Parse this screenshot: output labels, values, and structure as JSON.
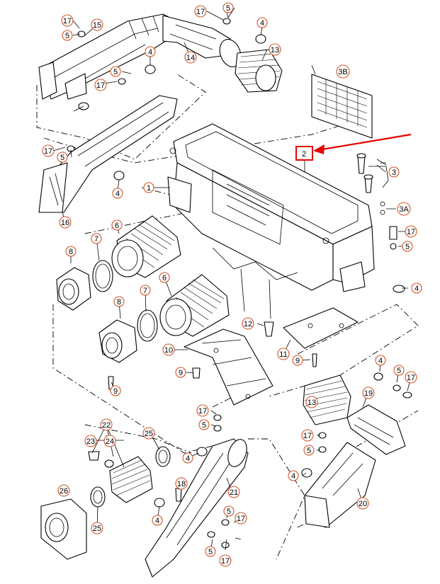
{
  "callouts": [
    {
      "id": "c17a",
      "label": "17"
    },
    {
      "id": "c5a",
      "label": "5"
    },
    {
      "id": "c15",
      "label": "15"
    },
    {
      "id": "c17b",
      "label": "17"
    },
    {
      "id": "c5b",
      "label": "5"
    },
    {
      "id": "c4a",
      "label": "4"
    },
    {
      "id": "c13a",
      "label": "13"
    },
    {
      "id": "c14",
      "label": "14"
    },
    {
      "id": "c17c",
      "label": "17"
    },
    {
      "id": "c5c",
      "label": "5"
    },
    {
      "id": "c4b",
      "label": "4"
    },
    {
      "id": "c3B",
      "label": "3B"
    },
    {
      "id": "c17d",
      "label": "17"
    },
    {
      "id": "c5d",
      "label": "5"
    },
    {
      "id": "c4c",
      "label": "4"
    },
    {
      "id": "c1",
      "label": "1"
    },
    {
      "id": "c16",
      "label": "16"
    },
    {
      "id": "c3",
      "label": "3"
    },
    {
      "id": "c3A",
      "label": "3A"
    },
    {
      "id": "c17e",
      "label": "17"
    },
    {
      "id": "c5e",
      "label": "5"
    },
    {
      "id": "c6a",
      "label": "6"
    },
    {
      "id": "c7a",
      "label": "7"
    },
    {
      "id": "c8a",
      "label": "8"
    },
    {
      "id": "c6b",
      "label": "6"
    },
    {
      "id": "c7b",
      "label": "7"
    },
    {
      "id": "c8b",
      "label": "8"
    },
    {
      "id": "c4d",
      "label": "4"
    },
    {
      "id": "c12",
      "label": "12"
    },
    {
      "id": "c10",
      "label": "10"
    },
    {
      "id": "c11",
      "label": "11"
    },
    {
      "id": "c9a",
      "label": "9"
    },
    {
      "id": "c9b",
      "label": "9"
    },
    {
      "id": "c9c",
      "label": "9"
    },
    {
      "id": "c4e",
      "label": "4"
    },
    {
      "id": "c5f",
      "label": "5"
    },
    {
      "id": "c17f",
      "label": "17"
    },
    {
      "id": "c13b",
      "label": "13"
    },
    {
      "id": "c19",
      "label": "19"
    },
    {
      "id": "c17g",
      "label": "17"
    },
    {
      "id": "c5g",
      "label": "5"
    },
    {
      "id": "c22",
      "label": "22"
    },
    {
      "id": "c23",
      "label": "23"
    },
    {
      "id": "c24",
      "label": "24"
    },
    {
      "id": "c25a",
      "label": "25"
    },
    {
      "id": "c17h",
      "label": "17"
    },
    {
      "id": "c5h",
      "label": "5"
    },
    {
      "id": "c4f",
      "label": "4"
    },
    {
      "id": "c4g",
      "label": "4"
    },
    {
      "id": "c18",
      "label": "18"
    },
    {
      "id": "c21",
      "label": "21"
    },
    {
      "id": "c20",
      "label": "20"
    },
    {
      "id": "c26",
      "label": "26"
    },
    {
      "id": "c25b",
      "label": "25"
    },
    {
      "id": "c4h",
      "label": "4"
    },
    {
      "id": "c5i",
      "label": "5"
    },
    {
      "id": "c17i",
      "label": "17"
    },
    {
      "id": "c5j",
      "label": "5"
    },
    {
      "id": "c17j",
      "label": "17"
    }
  ],
  "highlight": {
    "label": "2",
    "color": "#e60000"
  },
  "colors": {
    "callout_ring": "#d2552a",
    "highlight": "#e60000",
    "lines": "#000000"
  }
}
